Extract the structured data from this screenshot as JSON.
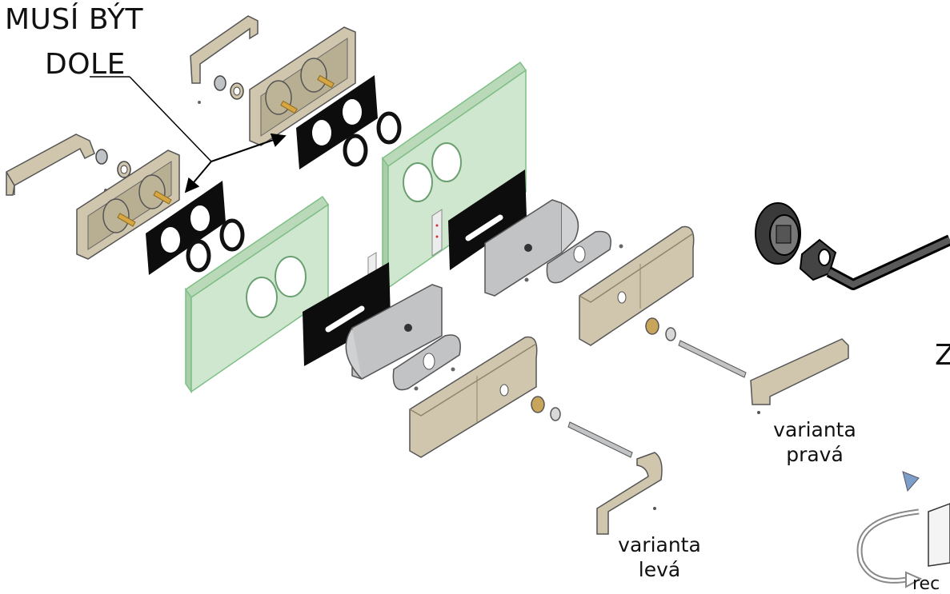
{
  "labels": {
    "warning_line1": "MUSÍ BÝT",
    "warning_line2": "DOLE",
    "right_variant_line1": "varianta",
    "right_variant_line2": "pravá",
    "left_variant_line1": "varianta",
    "left_variant_line2": "levá",
    "edge_letter": "Z",
    "edge_fragment": "rec"
  },
  "colors": {
    "glass": "#cfe6cf",
    "glass_edge": "#7fbf86",
    "metal_beige": "#cfc6ad",
    "metal_beige_dark": "#8f8669",
    "gasket": "#0d0d0d",
    "lock_steel": "#c2c3c5",
    "brass": "#d7a642"
  }
}
